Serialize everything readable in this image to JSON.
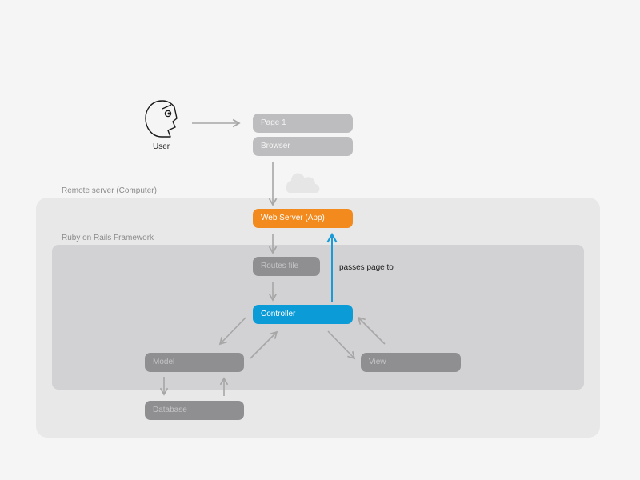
{
  "user": {
    "label": "User"
  },
  "regions": {
    "remote_server": "Remote server (Computer)",
    "rails_framework": "Ruby on Rails Framework"
  },
  "nodes": {
    "page": "Page 1",
    "browser": "Browser",
    "web_server": "Web Server (App)",
    "routes": "Routes file",
    "controller": "Controller",
    "model": "Model",
    "view": "View",
    "database": "Database"
  },
  "edges": {
    "controller_to_web_server": "passes page to"
  },
  "colors": {
    "web_server": "#f28a1e",
    "controller": "#0b9bd7",
    "return_arrow": "#1a9bd7",
    "arrows": "#a6a6a6"
  },
  "icons": {
    "user": "face-icon",
    "internet": "cloud-icon"
  }
}
